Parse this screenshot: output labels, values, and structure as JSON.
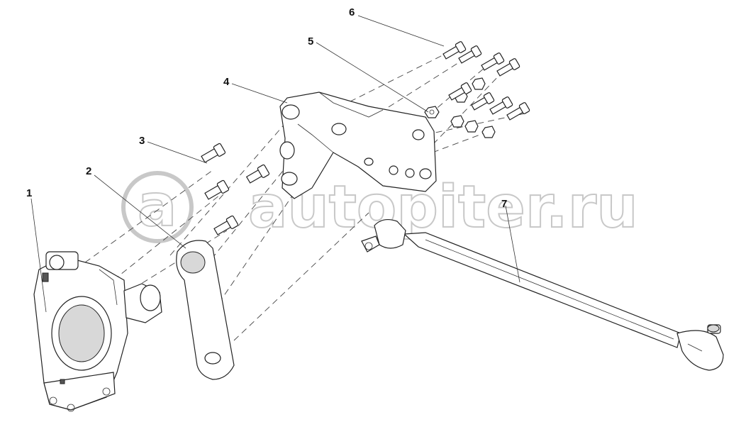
{
  "watermark": {
    "text": "autopiter.ru",
    "logo_text": "a"
  },
  "callouts": [
    {
      "label": "1",
      "part": "steering-gear"
    },
    {
      "label": "2",
      "part": "pitman-arm"
    },
    {
      "label": "3",
      "part": "pitman-arm-bolts"
    },
    {
      "label": "4",
      "part": "steering-gear-bracket"
    },
    {
      "label": "5",
      "part": "bracket-nuts"
    },
    {
      "label": "6",
      "part": "bracket-bolts"
    },
    {
      "label": "7",
      "part": "drag-link"
    }
  ]
}
